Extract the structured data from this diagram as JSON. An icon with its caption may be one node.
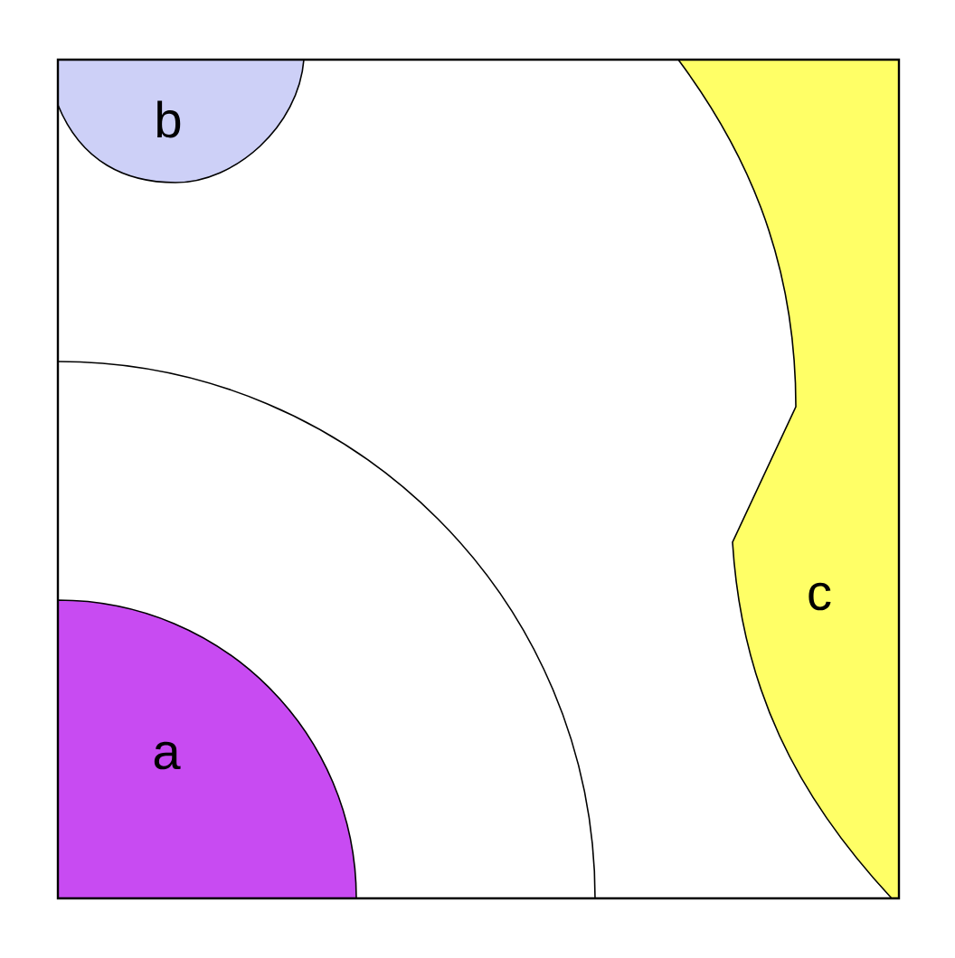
{
  "diagram": {
    "nodes": [
      {
        "text": [
          "a"
        ]
      },
      {
        "text": [
          "b"
        ]
      },
      {
        "text": [
          "c"
        ]
      }
    ]
  }
}
